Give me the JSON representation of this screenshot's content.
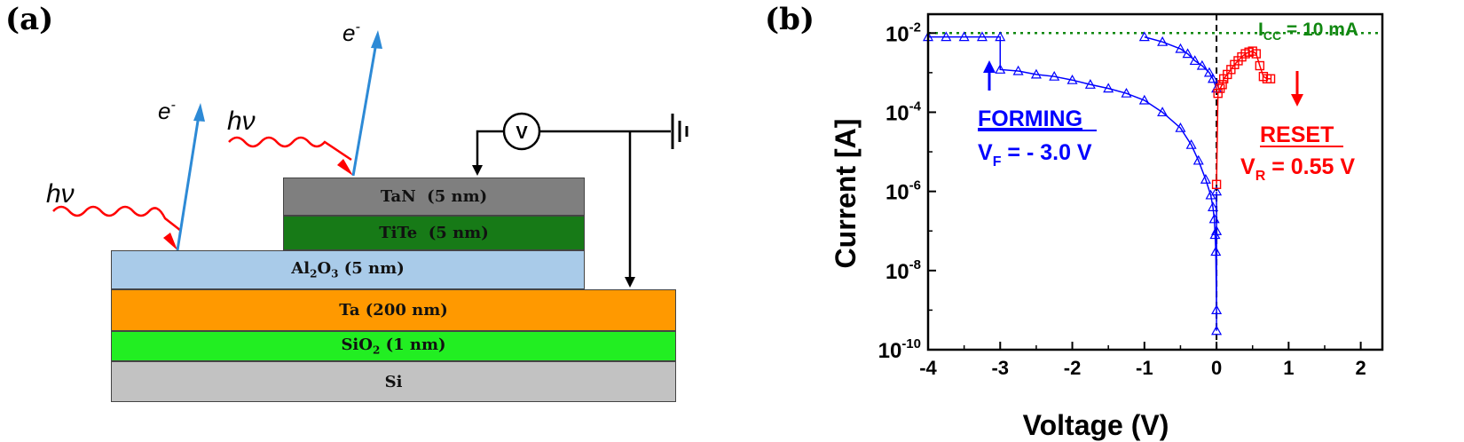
{
  "panel_a": {
    "label": "(a)",
    "layers": [
      {
        "id": "tan",
        "label": "TaN  (5 nm)",
        "color": "#7f7f7f"
      },
      {
        "id": "tite",
        "label": "TiTe  (5 nm)",
        "color": "#177a17"
      },
      {
        "id": "al2o3",
        "base": "Al",
        "sub1": "2",
        "mid": "O",
        "sub2": "3",
        "rest": " (5 nm)",
        "color": "#a9cbe9"
      },
      {
        "id": "ta",
        "label": "Ta (200 nm)",
        "color": "#ff9900"
      },
      {
        "id": "sio2",
        "base": "SiO",
        "sub1": "2",
        "rest": " (1 nm)",
        "color": "#22ee22"
      },
      {
        "id": "si",
        "label": "Si",
        "color": "#c2c2c2"
      }
    ],
    "photon_symbol": "hν",
    "electron_symbol": "e",
    "electron_superscript": "-",
    "voltmeter_label": "V",
    "colors": {
      "photon": "#ff0000",
      "electron": "#2d8ad6"
    }
  },
  "panel_b": {
    "label": "(b)",
    "icc_label": "I",
    "icc_sub": "CC",
    "icc_value": " = 10 mA",
    "forming_title": "FORMING",
    "forming_v": "V",
    "forming_v_sub": "F",
    "forming_value": " = - 3.0 V",
    "reset_title": "RESET",
    "reset_v": "V",
    "reset_v_sub": "R",
    "reset_value": " = 0.55 V",
    "colors": {
      "forming": "#0000ff",
      "reset": "#ff0000",
      "icc": "#118811"
    }
  },
  "chart_data": {
    "type": "scatter",
    "title": "",
    "xlabel": "Voltage (V)",
    "ylabel": "Current [A]",
    "xlim": [
      -4,
      2.3
    ],
    "ylim": [
      1e-10,
      0.03
    ],
    "y_scale": "log",
    "x_ticks": [
      -4,
      -3,
      -2,
      -1,
      0,
      1,
      2
    ],
    "y_ticks": [
      {
        "base": "10",
        "exp": "-10",
        "value": 1e-10
      },
      {
        "base": "10",
        "exp": "-8",
        "value": 1e-08
      },
      {
        "base": "10",
        "exp": "-6",
        "value": 1e-06
      },
      {
        "base": "10",
        "exp": "-4",
        "value": 0.0001
      },
      {
        "base": "10",
        "exp": "-2",
        "value": 0.01
      }
    ],
    "compliance_current": 0.01,
    "series": [
      {
        "name": "FORMING",
        "marker": "triangle",
        "color": "#0000ff",
        "x": [
          -4.0,
          -3.75,
          -3.5,
          -3.25,
          -3.0,
          -3.0,
          -2.75,
          -2.5,
          -2.25,
          -2.0,
          -1.75,
          -1.5,
          -1.25,
          -1.0,
          -0.75,
          -0.5,
          -0.35,
          -0.25,
          -0.15,
          -0.08,
          -0.05,
          -0.03,
          -0.02,
          -0.01,
          0.0,
          0.0,
          0.0,
          0.0
        ],
        "y": [
          0.008,
          0.008,
          0.008,
          0.008,
          0.008,
          0.0012,
          0.0011,
          0.0009,
          0.0008,
          0.00065,
          0.0005,
          0.0004,
          0.0003,
          0.0002,
          0.0001,
          4e-05,
          1.5e-05,
          6e-06,
          2e-06,
          8e-07,
          4e-07,
          2e-07,
          8e-08,
          3e-08,
          1e-09,
          3e-10,
          1e-07,
          1e-06
        ],
        "return_x": [
          -1.0,
          -0.75,
          -0.5,
          -0.4,
          -0.3,
          -0.2,
          -0.1,
          -0.05,
          0.0
        ],
        "return_y": [
          0.008,
          0.006,
          0.004,
          0.003,
          0.002,
          0.0015,
          0.001,
          0.0007,
          0.0004
        ]
      },
      {
        "name": "RESET",
        "marker": "square",
        "color": "#ff0000",
        "x": [
          0.0,
          0.02,
          0.05,
          0.08,
          0.1,
          0.15,
          0.2,
          0.25,
          0.3,
          0.35,
          0.4,
          0.45,
          0.5,
          0.55,
          0.6,
          0.65,
          0.7,
          0.75
        ],
        "y": [
          1.5e-06,
          0.0003,
          0.0004,
          0.0005,
          0.0007,
          0.0009,
          0.0012,
          0.0016,
          0.002,
          0.0025,
          0.003,
          0.0033,
          0.0035,
          0.003,
          0.0015,
          0.0008,
          0.0007,
          0.0007
        ]
      }
    ]
  }
}
